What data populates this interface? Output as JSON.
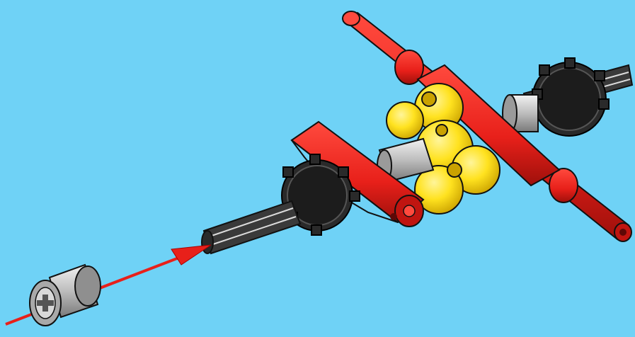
{
  "scene": {
    "background_color": "#6fd2f6",
    "colors": {
      "red": "#e8201a",
      "red_dark": "#8e0e0a",
      "yellow": "#ffe21f",
      "yellow_dark": "#c9a400",
      "black_part": "#2a2a2a",
      "gray_part": "#c8c8c8",
      "arrow": "#e8201a"
    },
    "parts": [
      {
        "name": "bushing",
        "color": "gray"
      },
      {
        "name": "axle-front",
        "color": "black"
      },
      {
        "name": "gear-left",
        "color": "black"
      },
      {
        "name": "gear-right",
        "color": "black"
      },
      {
        "name": "beam-short",
        "color": "red"
      },
      {
        "name": "beam-long",
        "color": "red"
      },
      {
        "name": "axle-long",
        "color": "red"
      },
      {
        "name": "hub-connector",
        "color": "yellow"
      }
    ]
  }
}
